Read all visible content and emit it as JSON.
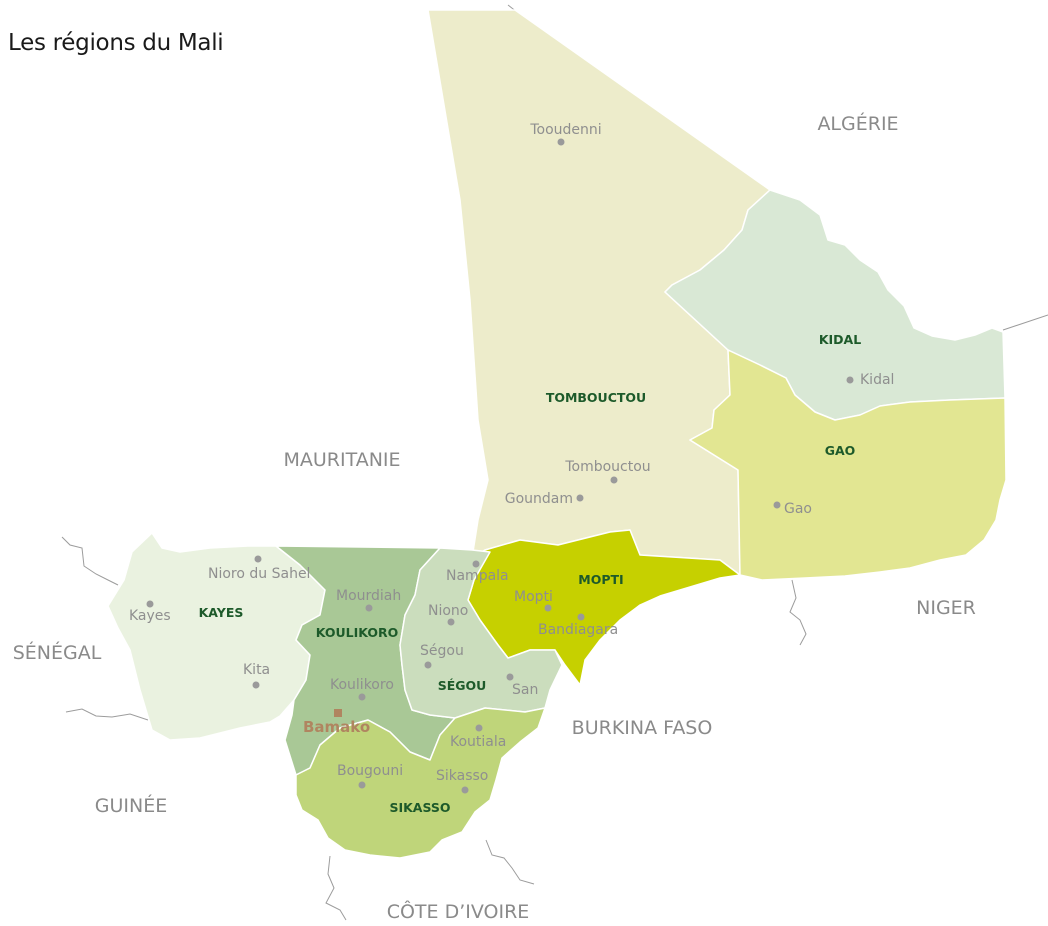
{
  "title": "Les régions du Mali",
  "countries": {
    "algerie": "ALGÉRIE",
    "mauritanie": "MAURITANIE",
    "niger": "NIGER",
    "senegal": "SÉNÉGAL",
    "burkina": "BURKINA FASO",
    "guinee": "GUINÉE",
    "cote_ivoire": "CÔTE D’IVOIRE"
  },
  "regions": {
    "tombouctou": {
      "label": "TOMBOUCTOU",
      "color": "#edeccb"
    },
    "kidal": {
      "label": "KIDAL",
      "color": "#d9e8d5"
    },
    "gao": {
      "label": "GAO",
      "color": "#e2e692"
    },
    "mopti": {
      "label": "MOPTI",
      "color": "#c6d000"
    },
    "kayes": {
      "label": "KAYES",
      "color": "#eaf2e0"
    },
    "koulikoro": {
      "label": "KOULIKORO",
      "color": "#a9c896"
    },
    "segou": {
      "label": "SÉGOU",
      "color": "#cbddbd"
    },
    "sikasso": {
      "label": "SIKASSO",
      "color": "#bfd57a"
    }
  },
  "cities": {
    "tooudenni": "Tooudenni",
    "kidal": "Kidal",
    "tombouctou": "Tombouctou",
    "goundam": "Goundam",
    "gao": "Gao",
    "nioro": "Nioro du Sahel",
    "kayes": "Kayes",
    "kita": "Kita",
    "mourdiah": "Mourdiah",
    "nampala": "Nampala",
    "niono": "Niono",
    "mopti": "Mopti",
    "bandiagara": "Bandiagara",
    "segou": "Ségou",
    "san": "San",
    "koulikoro": "Koulikoro",
    "bamako": "Bamako",
    "koutiala": "Koutiala",
    "bougouni": "Bougouni",
    "sikasso": "Sikasso"
  },
  "capital_color": "#b08560"
}
